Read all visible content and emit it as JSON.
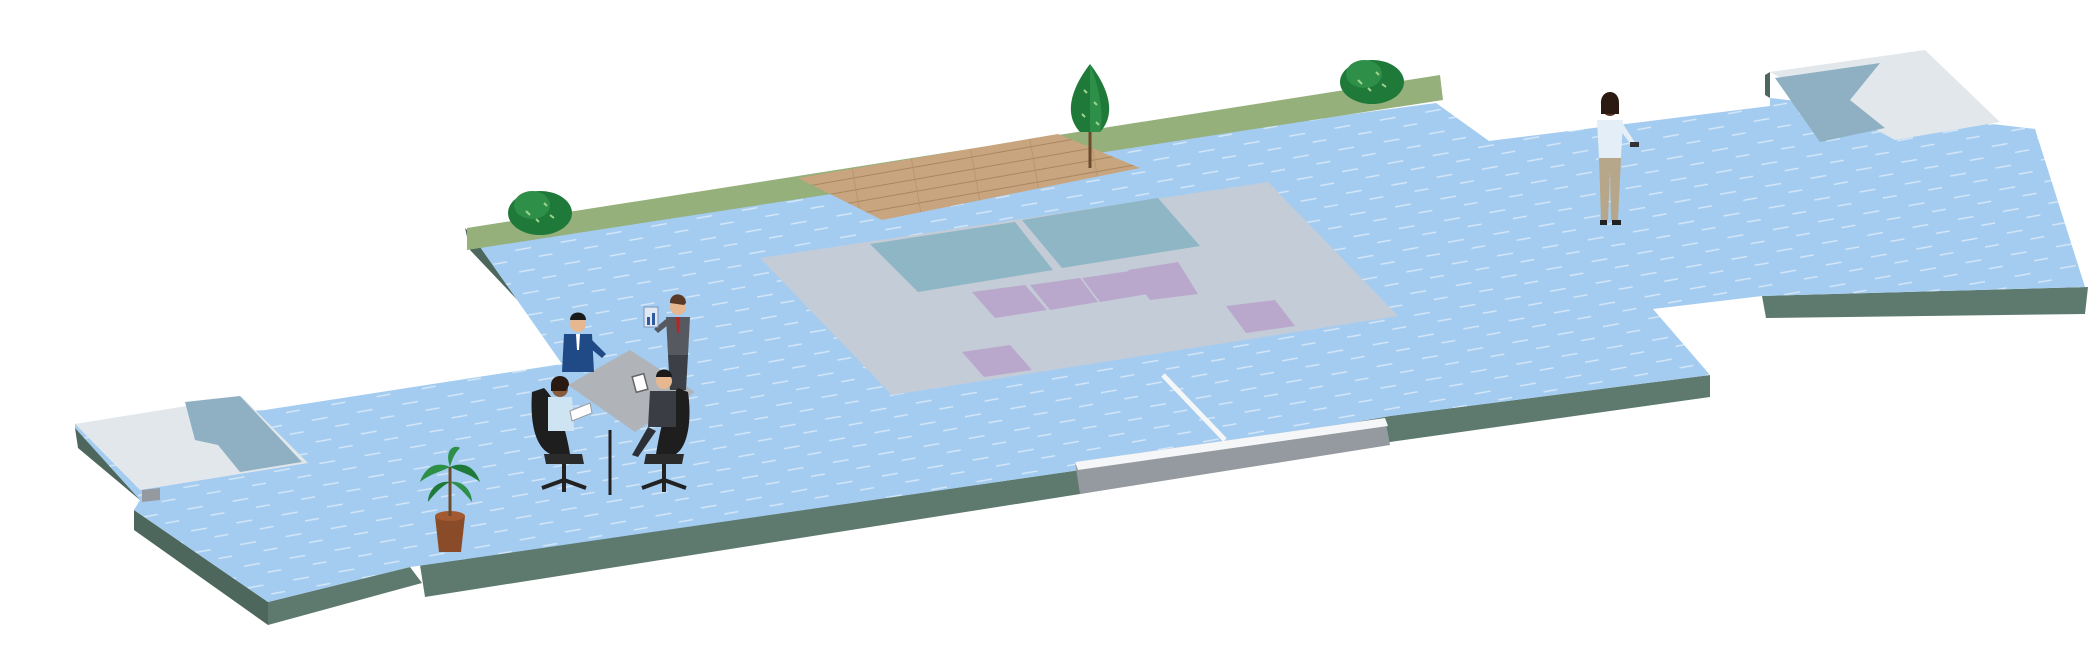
{
  "scene": {
    "kind": "isometric office floor plan",
    "colors": {
      "background": "#ffffff",
      "floor": "#a4ccf0",
      "floor_wave": "#d6e8f8",
      "slab_side": "#5e7a6e",
      "grass": "#95b07b",
      "deck": "#c8a57e",
      "zone": "#c4ccd8",
      "table_zone": "#8fb6c4",
      "desk_zone": "#b9a8cc",
      "stair_zone": "#e2e7ec",
      "wall": "#959aa0"
    },
    "elements": {
      "plants": [
        "shrub",
        "shrub",
        "pine-tree",
        "potted-palm"
      ],
      "people": [
        "standing-woman",
        "presenting-man",
        "seated-person",
        "seated-person",
        "seated-person"
      ],
      "furniture": [
        "meeting-table",
        "office-chair",
        "office-chair"
      ]
    }
  }
}
